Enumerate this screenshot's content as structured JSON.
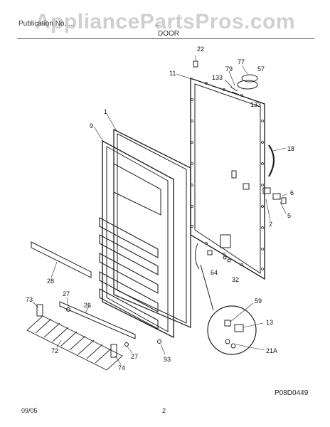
{
  "watermark": "AppliancePartsPros.com",
  "header": {
    "left": "Publication No. ...",
    "center": "...",
    "section": "DOOR"
  },
  "footer": {
    "date": "09/05",
    "page": "2"
  },
  "drawing_code": "P08D0449",
  "part_labels": {
    "p22": "22",
    "p77": "77",
    "p79": "79",
    "p57": "57",
    "p11": "11",
    "p133a": "133",
    "p133b": "133",
    "p1": "1",
    "p9": "9",
    "p18": "18",
    "p6": "6",
    "p5": "5",
    "p2": "2",
    "p64": "64",
    "p32": "32",
    "p28": "28",
    "p73": "73",
    "p27a": "27",
    "p26": "26",
    "p72": "72",
    "p27b": "27",
    "p74": "74",
    "p93": "93",
    "p59": "59",
    "p13": "13",
    "p21A": "21A"
  }
}
